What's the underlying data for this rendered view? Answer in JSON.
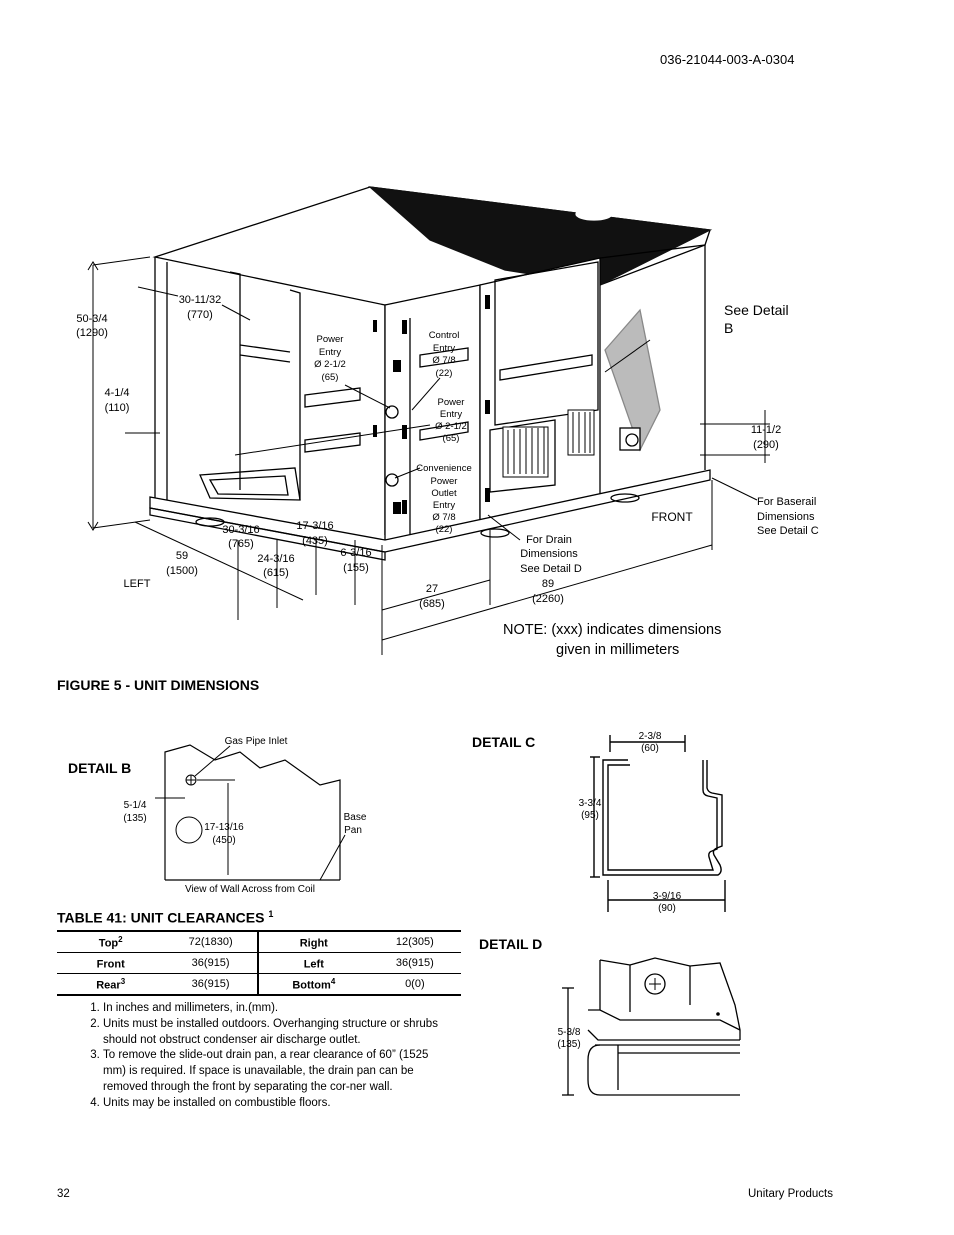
{
  "header": {
    "doc_number": "036-21044-003-A-0304"
  },
  "figure": {
    "title": "FIGURE 5 -  UNIT DIMENSIONS",
    "dims": {
      "height": [
        "50-3/4",
        "(1290)"
      ],
      "top_setback": [
        "30-11/32",
        "(770)"
      ],
      "left_offset": [
        "4-1/4",
        "(110)"
      ],
      "depth": [
        "59",
        "(1500)"
      ],
      "d30": [
        "30-3/16",
        "(765)"
      ],
      "d24": [
        "24-3/16",
        "(615)"
      ],
      "d17": [
        "17-3/16",
        "(435)"
      ],
      "d6": [
        "6-3/16",
        "(155)"
      ],
      "d27": [
        "27",
        "(685)"
      ],
      "length": [
        "89",
        "(2260)"
      ],
      "rail": [
        "11-1/2",
        "(290)"
      ]
    },
    "callouts": {
      "power_entry_1": [
        "Power",
        "Entry",
        "Ø 2-1/2",
        "(65)"
      ],
      "control_entry": [
        "Control",
        "Entry",
        "Ø 7/8",
        "(22)"
      ],
      "power_entry_2": [
        "Power",
        "Entry",
        "Ø 2-1/2",
        "(65)"
      ],
      "convenience": [
        "Convenience",
        "Power",
        "Outlet",
        "Entry",
        "Ø 7/8",
        "(22)"
      ],
      "drain": [
        "For Drain",
        "Dimensions",
        "See Detail D"
      ],
      "see_detail_b": [
        "See Detail",
        "B"
      ],
      "baserail": [
        "For Baserail",
        "Dimensions",
        "See Detail C"
      ],
      "front": "FRONT",
      "left": "LEFT"
    },
    "note": [
      "NOTE: (xxx) indicates dimensions",
      "given in millimeters"
    ]
  },
  "detail_b": {
    "title": "DETAIL B",
    "gas_pipe": "Gas Pipe Inlet",
    "d1": [
      "5-1/4",
      "(135)"
    ],
    "d2": [
      "17-13/16",
      "(450)"
    ],
    "base_pan": [
      "Base",
      "Pan"
    ],
    "caption": "View of Wall Across from Coil"
  },
  "detail_c": {
    "title": "DETAIL C",
    "top": [
      "2-3/8",
      "(60)"
    ],
    "side": [
      "3-3/4",
      "(95)"
    ],
    "bottom": [
      "3-9/16",
      "(90)"
    ]
  },
  "detail_d": {
    "title": "DETAIL D",
    "side": [
      "5-3/8",
      "(135)"
    ]
  },
  "table": {
    "title": "TABLE 41: UNIT CLEARANCES",
    "title_sup": "1",
    "rows": [
      {
        "l": "Top",
        "lsup": "2",
        "lv": "72(1830)",
        "r": "Right",
        "rsup": "",
        "rv": "12(305)"
      },
      {
        "l": "Front",
        "lsup": "",
        "lv": "36(915)",
        "r": "Left",
        "rsup": "",
        "rv": "36(915)"
      },
      {
        "l": "Rear",
        "lsup": "3",
        "lv": "36(915)",
        "r": "Bottom",
        "rsup": "4",
        "rv": "0(0)"
      }
    ]
  },
  "notes": [
    "In inches and millimeters, in.(mm).",
    "Units must be installed outdoors.  Overhanging structure or shrubs should not obstruct condenser air discharge outlet.",
    "To remove the slide-out drain pan, a rear clearance of 60” (1525 mm) is required.  If space is unavailable, the drain pan can be removed through the front by separating the cor-ner wall.",
    "Units may be installed on combustible floors."
  ],
  "footer": {
    "page": "32",
    "brand": "Unitary Products"
  }
}
